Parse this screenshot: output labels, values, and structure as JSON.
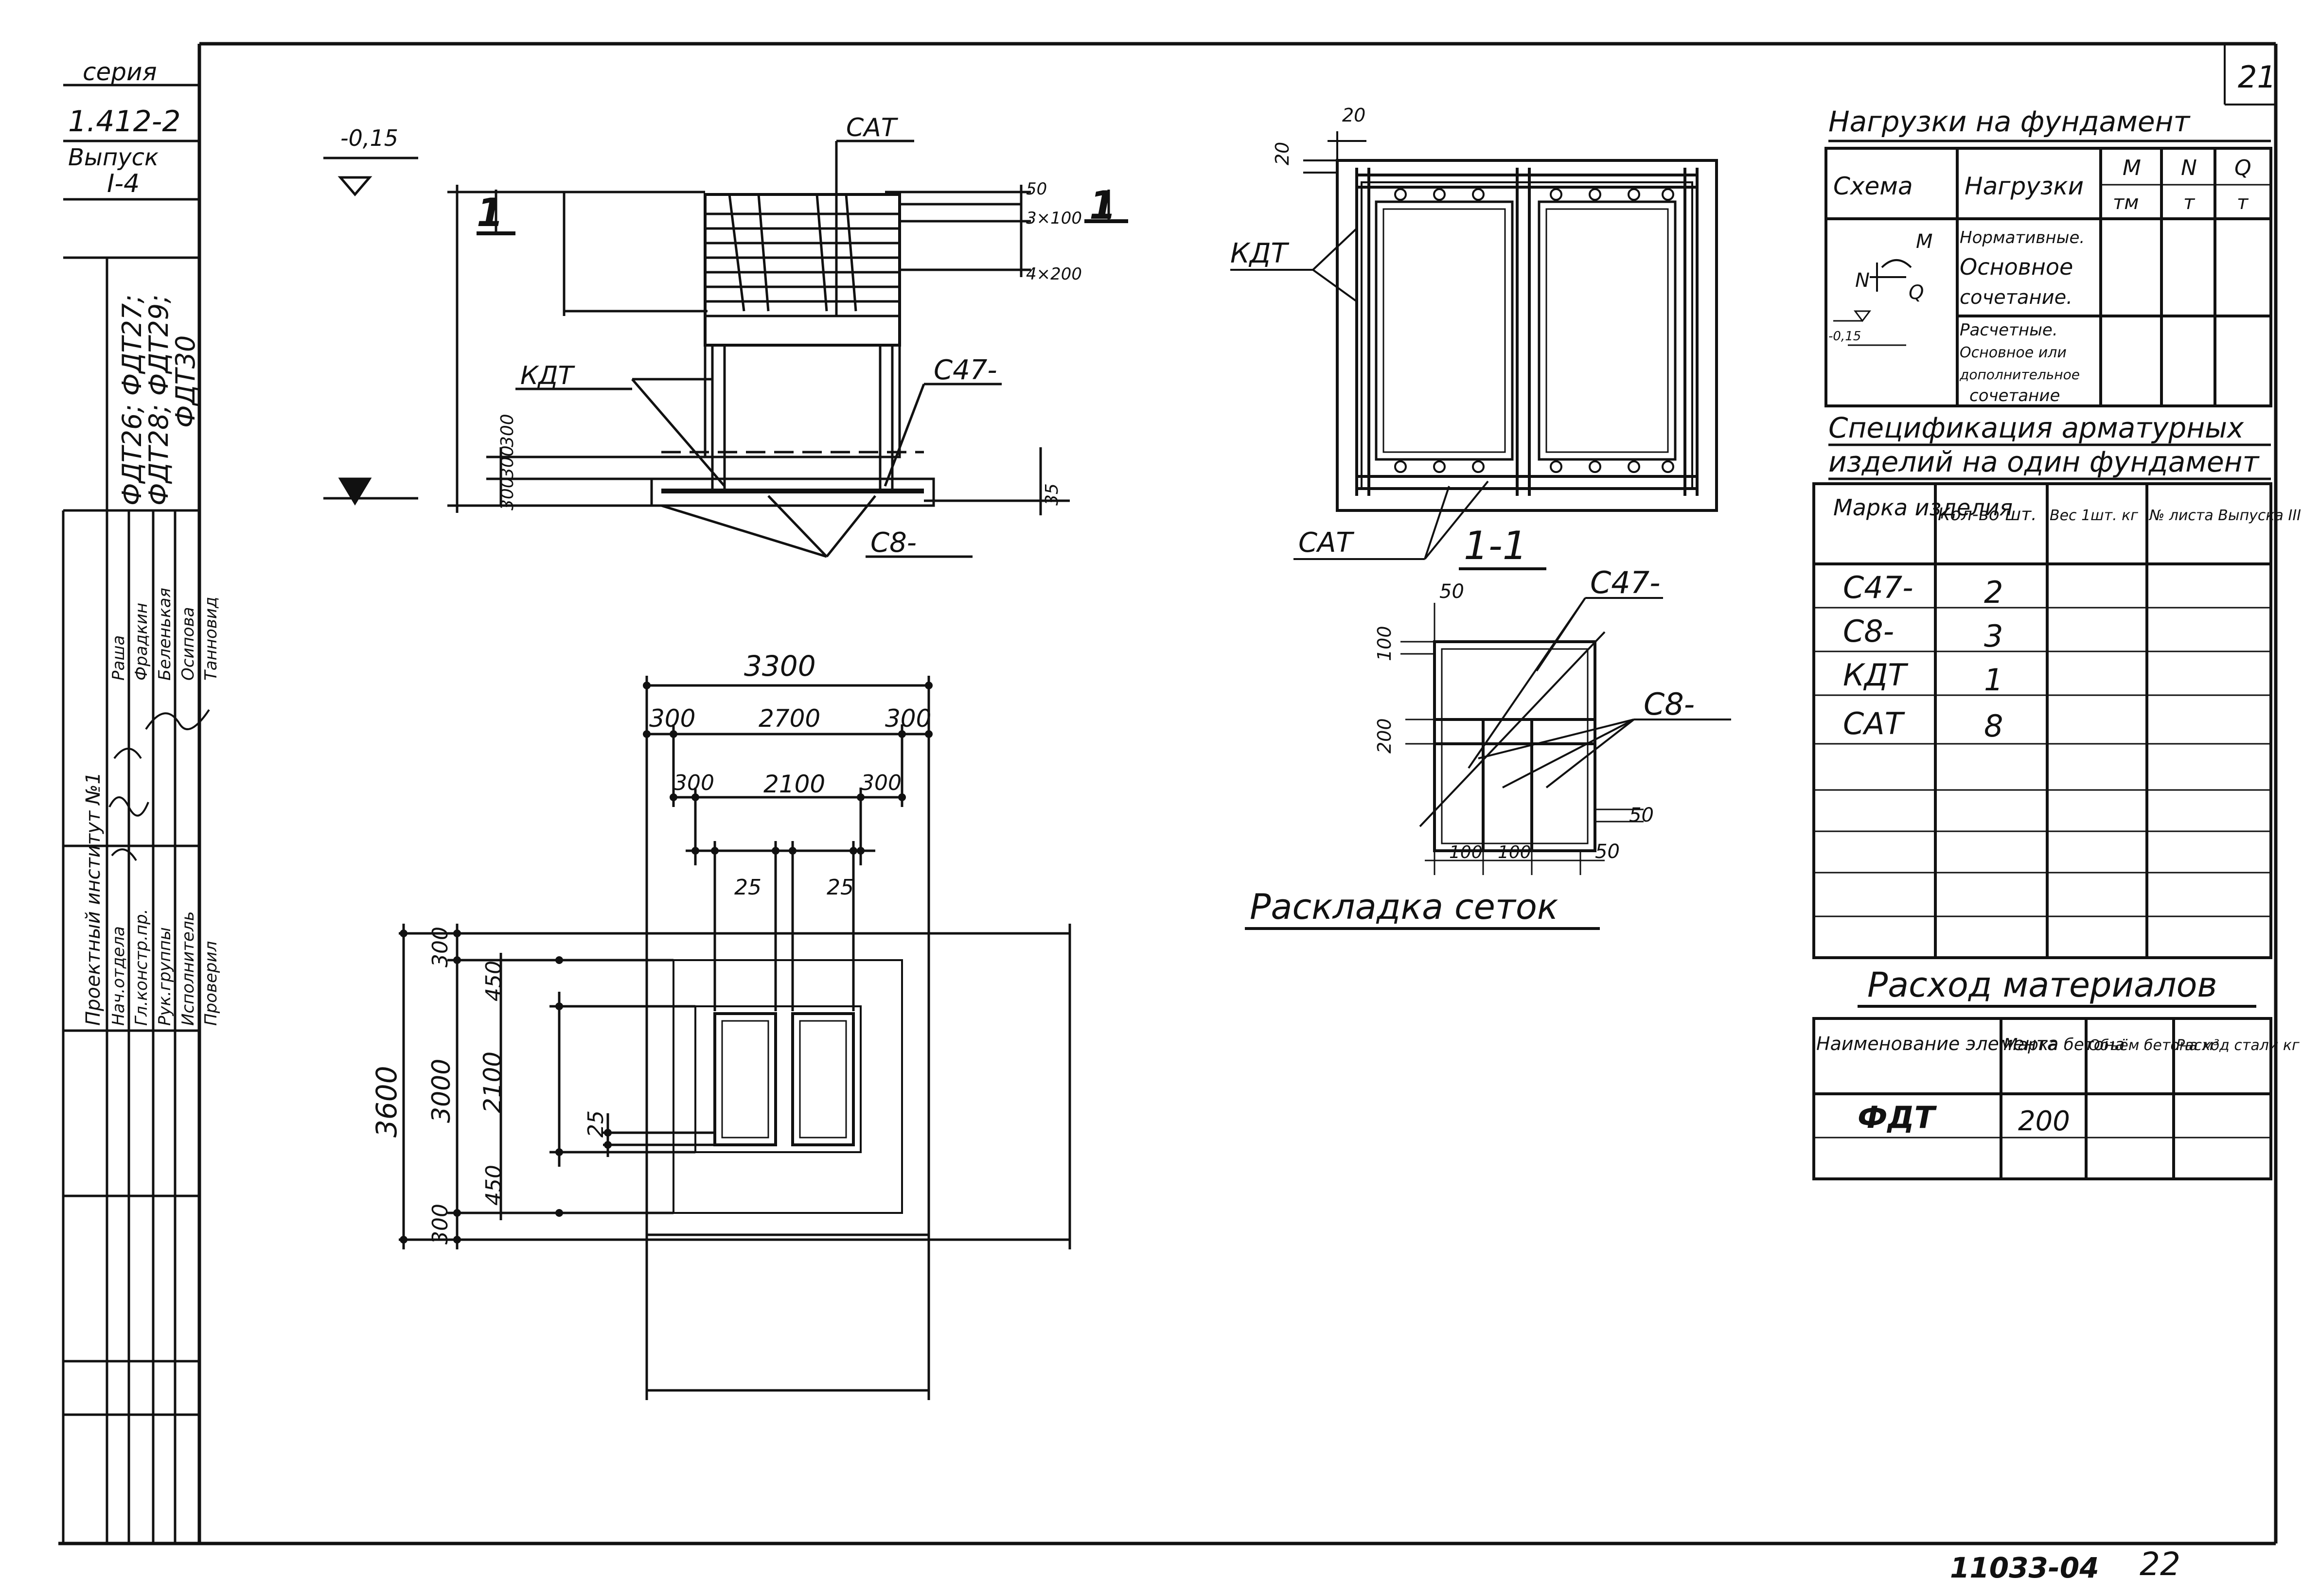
{
  "sheet_number": "21",
  "side_stamp": {
    "series_label": "серия",
    "series_value": "1.412-2",
    "issue_label": "Выпуск",
    "issue_value": "I-4",
    "marks_line1": "ФДТ26; ФДТ27;",
    "marks_line2": "ФДТ28; ФДТ29;",
    "marks_line3": "ФДТ30",
    "institute": "Проектный институт №1",
    "roles": [
      "Нач.отдела",
      "Гл.констр.пр.",
      "Рук.группы",
      "Исполнитель",
      "Проверил"
    ],
    "names": [
      "Раша",
      "Фрадкин",
      "Беленькая",
      "Осипова",
      "Танновид"
    ]
  },
  "elevation": {
    "level_top": "-0,15",
    "section_mark": "1",
    "sat_label": "САТ",
    "kat_label": "КДТ",
    "c47_label": "С47-",
    "c8_label": "С8-",
    "dim_50": "50",
    "dim_3x100": "3×100",
    "dim_4x200": "4×200",
    "dim_35": "35",
    "dim_300a": "300",
    "dim_300b": "300",
    "dim_300c": "300"
  },
  "plan": {
    "w_total": "3300",
    "w_300_left": "300",
    "w_2700": "2700",
    "w_300_right": "300",
    "w2_300_left": "300",
    "w2_2100": "2100",
    "w2_300_right": "300",
    "w3_25_left": "25",
    "w3_25_right": "25",
    "h_total": "3600",
    "h_300_top": "300",
    "h_3000": "3000",
    "h_300_bottom": "300",
    "h_450_top": "450",
    "h_2100": "2100",
    "h_450_bottom": "450",
    "h_25": "25"
  },
  "reinforcement_plan": {
    "dim_20_h": "20",
    "dim_20_v": "20",
    "kat_label": "КДТ",
    "sat_label": "САТ"
  },
  "section_1_1": {
    "title": "1-1",
    "c47_label": "С47-",
    "c8_label": "С8-",
    "dim_50_top": "50",
    "dim_100": "100",
    "dim_200": "200",
    "dim_50_right": "50",
    "dim_100_a": "100",
    "dim_100_b": "100",
    "dim_50_bottom": "50"
  },
  "mesh_layout_caption": "Раскладка сеток",
  "loads_table": {
    "title": "Нагрузки на фундамент",
    "headers": [
      "Схема",
      "Нагрузки",
      "M",
      "N",
      "Q"
    ],
    "units": [
      "тм",
      "т",
      "т"
    ],
    "row1_label_lines": [
      "Нормативные.",
      "Основное",
      "сочетание."
    ],
    "row2_label_lines": [
      "Расчетные.",
      "Основное или",
      "дополнительное",
      "сочетание"
    ],
    "scheme_M": "M",
    "scheme_N": "N",
    "scheme_Q": "Q",
    "scheme_level": "-0,15"
  },
  "spec_table": {
    "title_line1": "Спецификация арматурных",
    "title_line2": "изделий на один фундамент",
    "headers": [
      "Марка изделия",
      "Кол-во шт.",
      "Вес 1шт. кг",
      "№ листа Выпуска III"
    ],
    "rows": [
      {
        "mark": "С47-",
        "qty": "2"
      },
      {
        "mark": "С8-",
        "qty": "3"
      },
      {
        "mark": "КДТ",
        "qty": "1"
      },
      {
        "mark": "САТ",
        "qty": "8"
      }
    ]
  },
  "materials_table": {
    "title": "Расход материалов",
    "headers": [
      "Наименование элемента",
      "Марка бетона",
      "Объём бетона м³",
      "Расход стали кг"
    ],
    "rows": [
      {
        "name": "ФДТ",
        "grade": "200"
      }
    ]
  },
  "footer": {
    "doc_code": "11033-04",
    "page": "22"
  }
}
